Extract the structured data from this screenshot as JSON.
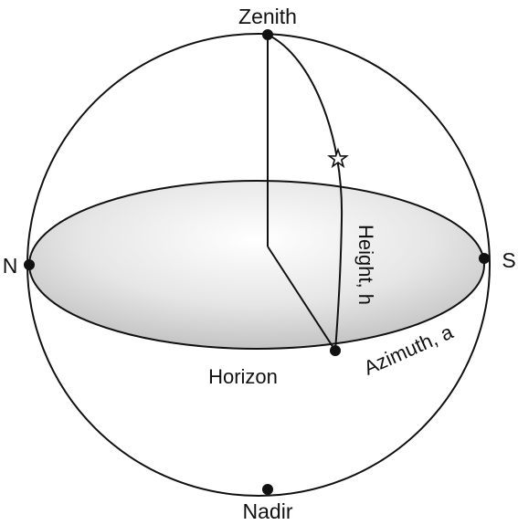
{
  "diagram": {
    "labels": {
      "zenith": "Zenith",
      "nadir": "Nadir",
      "north": "N",
      "south": "S",
      "horizon": "Horizon",
      "height": "Height, h",
      "azimuth": "Azimuth, a"
    },
    "colors": {
      "line": "#111111",
      "horizon_fill_light": "#ffffff",
      "horizon_fill_dark": "#bdbdbd",
      "background": "#ffffff"
    },
    "icons": {
      "star": "star-icon"
    }
  }
}
